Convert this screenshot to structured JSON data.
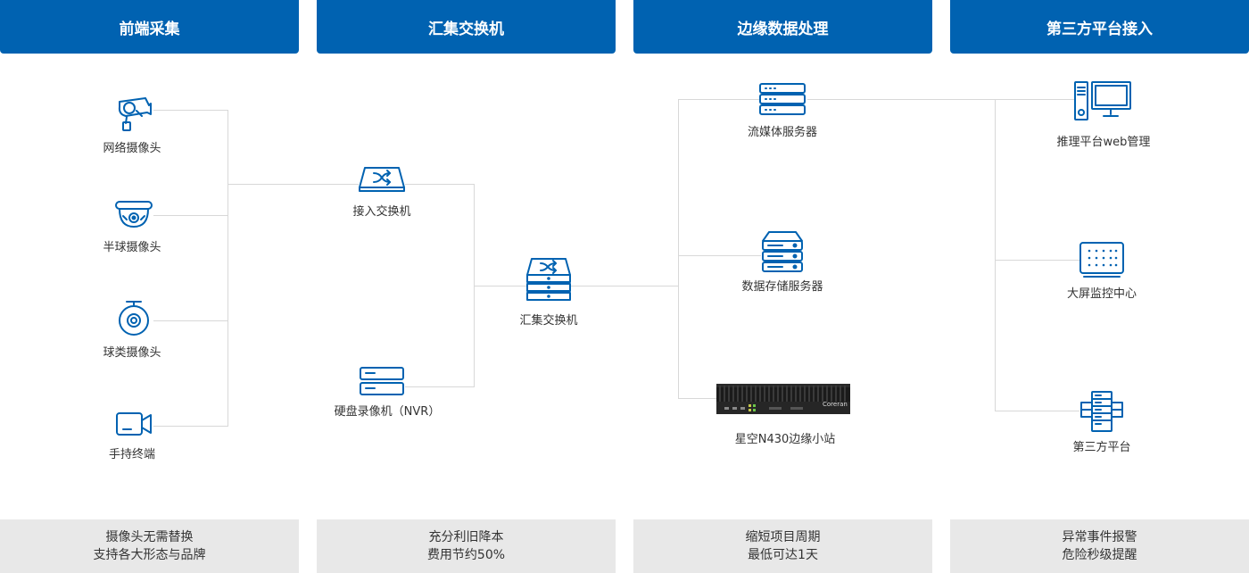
{
  "headers": [
    "前端采集",
    "汇集交换机",
    "边缘数据处理",
    "第三方平台接入"
  ],
  "footers": [
    [
      "摄像头无需替换",
      "支持各大形态与品牌"
    ],
    [
      "充分利旧降本",
      "费用节约50%"
    ],
    [
      "缩短项目周期",
      "最低可达1天"
    ],
    [
      "异常事件报警",
      "危险秒级提醒"
    ]
  ],
  "front_end": {
    "network_camera": "网络摄像头",
    "dome_camera": "半球摄像头",
    "ball_camera": "球类摄像头",
    "handheld": "手持终端"
  },
  "switches": {
    "access_switch": "接入交换机",
    "nvr": "硬盘录像机（NVR）",
    "aggregation_switch": "汇集交换机"
  },
  "edge": {
    "streaming_server": "流媒体服务器",
    "storage_server": "数据存储服务器",
    "edge_station": "星空N430边缘小站",
    "device_brand": "Coreran"
  },
  "third_party": {
    "web_mgmt": "推理平台web管理",
    "big_screen": "大屏监控中心",
    "platform": "第三方平台"
  },
  "colors": {
    "header_bg": "#0062b1",
    "footer_bg": "#e8e8e8",
    "icon": "#0062b1",
    "line": "#d8d8d8"
  }
}
